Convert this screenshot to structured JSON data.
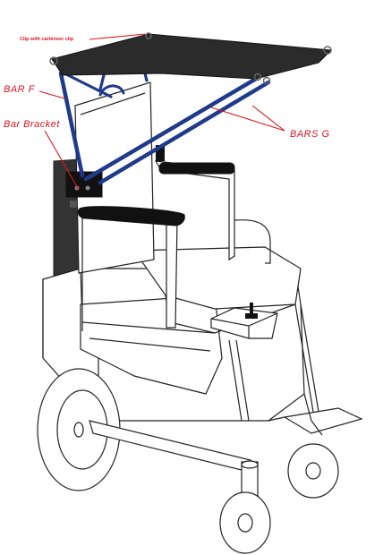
{
  "labels": {
    "clip": "Clip with carbineer clip",
    "bar_f": "BAR F",
    "bar_bracket": "Bar Bracket",
    "bars_g": "BARS G"
  },
  "colors": {
    "label_red": "#e0141e",
    "bar_blue": "#1f3a8a",
    "canopy": "#2b2b2b",
    "outline": "#222222"
  }
}
